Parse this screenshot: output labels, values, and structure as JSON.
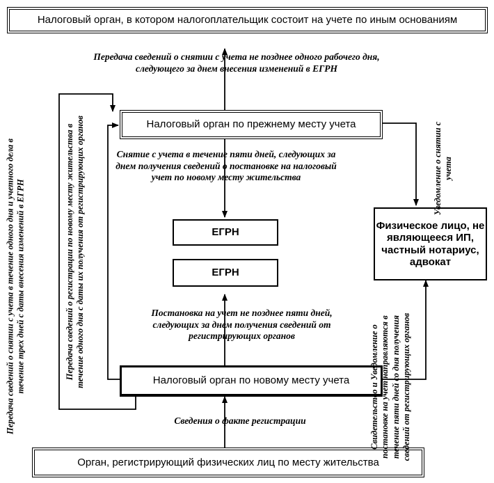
{
  "boxes": {
    "top_other": "Налоговый орган, в котором налогоплательщик состоит на учете по иным основаниям",
    "prev_place": "Налоговый орган по прежнему месту учета",
    "egrn_1": "ЕГРН",
    "egrn_2": "ЕГРН",
    "new_place": "Налоговый орган по новому месту учета",
    "person": "Физическое лицо, не являющееся ИП, частный нотариус, адвокат",
    "registrar": "Орган, регистрирующий физических лиц по месту жительства"
  },
  "notes": {
    "transfer_deregistration": "Передача сведений о снятии с учета не позднее одного рабочего дня, следующего за днем внесения изменений в ЕГРН",
    "deregistration_5_days": "Снятие с учета в течение пяти дней, следующих за днем получения сведений о постановке на налоговый учет по новому месту жительства",
    "registration_5_days": "Постановка на учет не позднее пяти дней, следующих за днем получения сведений от регистрирующих органов",
    "registration_fact": "Сведения о факте регистрации",
    "left_outer": "Передача сведений о снятии с учета в течение одного дня и учетного дела в течение трех дней с даты внесения изменений в ЕГРН",
    "left_inner": "Передача сведений о регистрации по новому месту жительства в течение одного дня с даты их получения от регистрирующих органов",
    "right_upper": "Уведомление о снятии с учета",
    "right_lower": "Свидетельство и Уведомление о постановке на учет направляются в течение пяти дней со дня получения сведений от регистрирующих органов"
  }
}
